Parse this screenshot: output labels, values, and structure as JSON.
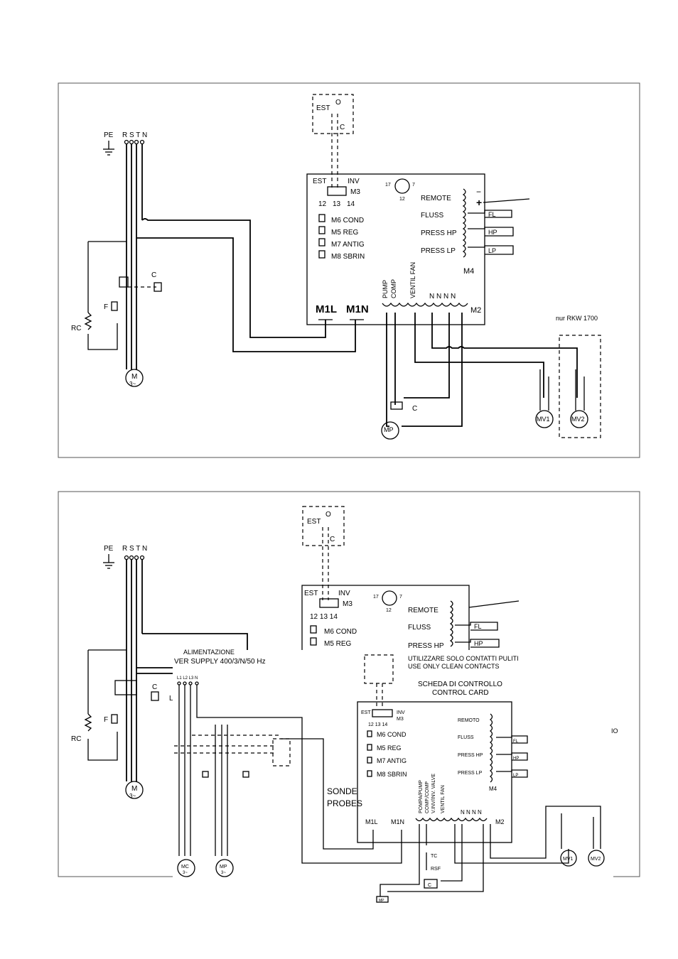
{
  "diagram_top": {
    "supply": {
      "pe": "PE",
      "rstn": "R S T N"
    },
    "est": {
      "est": "EST",
      "o": "O",
      "c": "C"
    },
    "card": {
      "est": "EST",
      "inv": "INV",
      "m3": "M3",
      "n12": "12",
      "n13": "13",
      "n14": "14",
      "k17": "17",
      "k7": "7",
      "k12": "12",
      "jumpers": [
        "M6 COND",
        "M5 REG",
        "M7 ANTIG",
        "M8 SBRIN"
      ],
      "remote": "REMOTE",
      "fluss": "FLUSS",
      "press_hp": "PRESS HP",
      "press_lp": "PRESS LP",
      "m4": "M4",
      "minus": "−",
      "plus": "+",
      "pump": "PUMP",
      "comp": "COMP",
      "ventil": "VENTIL FAN",
      "nnnn": "N N N N",
      "m1l": "M1L",
      "m1n": "M1N",
      "m2": "M2"
    },
    "sw": {
      "fl": "FL",
      "hp": "HP",
      "lp": "LP"
    },
    "contactor": "C",
    "fuse": "F",
    "rc": "RC",
    "motor": "M",
    "motor_sub": "3~",
    "mp": "MP",
    "mp_c": "C",
    "mv1": "MV1",
    "mv2": "MV2",
    "note": "nur RKW 1700"
  },
  "diagram_bottom": {
    "supply": {
      "pe": "PE",
      "rstn": "R S T N"
    },
    "est": {
      "est": "EST",
      "o": "O",
      "c": "C"
    },
    "card": {
      "est": "EST",
      "inv": "INV",
      "m3": "M3",
      "nums": "12  13  14",
      "k17": "17",
      "k7": "7",
      "k12": "12",
      "remote": "REMOTE",
      "fluss": "FLUSS",
      "press_hp": "PRESS HP",
      "m6": "M6 COND",
      "m5": "M5 REG",
      "fl": "FL",
      "hp": "HP"
    },
    "contactor": "C",
    "fuse": "F",
    "rc": "RC",
    "motor": "M",
    "motor_sub": "3~",
    "l": "L",
    "overlay": {
      "alimentazione": "ALIMENTAZIONE",
      "power_supply": "VER SUPPLY 400/3/N/50 Hz",
      "l_labels": "L1 L2 L3 N",
      "warn_it": "UTILIZZARE SOLO CONTATTI PULITI",
      "warn_en": "USE ONLY CLEAN CONTACTS",
      "scheda": "SCHEDA DI CONTROLLO",
      "control_card": "CONTROL CARD",
      "est": "EST",
      "inv": "INV",
      "m3": "M3",
      "nums": "12  13  14",
      "jumpers": [
        "M6 COND",
        "M5 REG",
        "M7 ANTIG",
        "M8 SBRIN"
      ],
      "remoto": "REMOTO",
      "fluss": "FLUSS",
      "press_hp": "PRESS HP",
      "press_lp": "PRESS LP",
      "m4": "M4",
      "fl": "FL",
      "hp": "HP",
      "lp": "LP",
      "pompa": "POMPA/PUMP",
      "comp": "COMP./COMP",
      "valve": "V.INV/INV. VALVE",
      "ventil": "VENTIL FAN",
      "nnnn": "N N N N",
      "m2": "M2",
      "m1l": "M1L",
      "m1n": "M1N",
      "sonde": "SONDE",
      "probes": "PROBES",
      "mc": "MC",
      "mp": "MP",
      "m_sub": "3~",
      "tc": "TC",
      "rsf": "RSF",
      "c": "C",
      "mp_small": "MP",
      "mv1": "MV1",
      "mv2": "MV2",
      "io": "IO"
    }
  }
}
